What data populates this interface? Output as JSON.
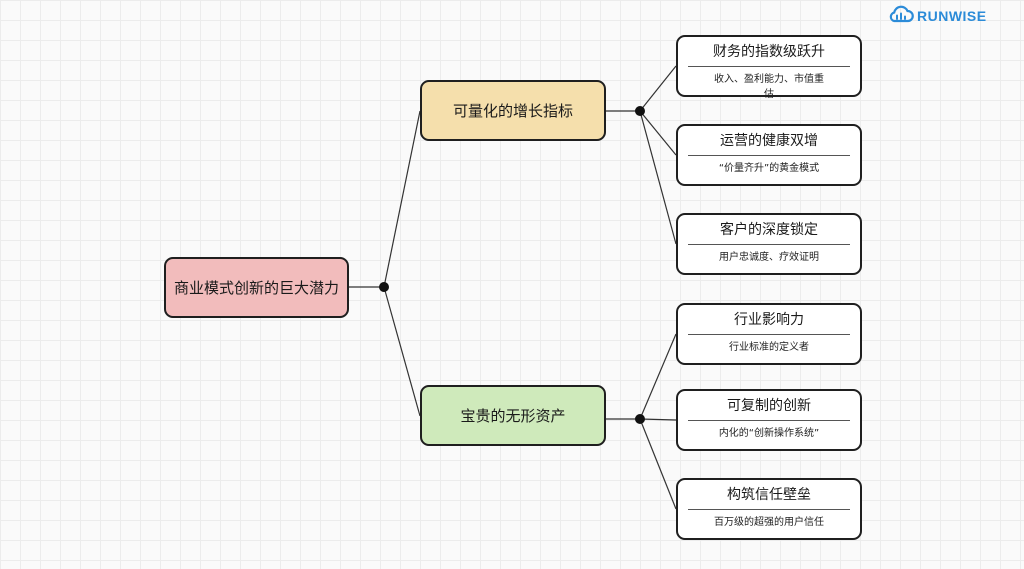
{
  "brand": {
    "name": "RUNWISE",
    "color": "#2b8bd8"
  },
  "root": {
    "label": "商业模式创新的巨大潜力",
    "color": "#f2bcbc"
  },
  "branches": [
    {
      "label": "可量化的增长指标",
      "color": "#f5dfac",
      "children": [
        {
          "title": "财务的指数级跃升",
          "desc": "收入、盈利能力、市值重估"
        },
        {
          "title": "运营的健康双增",
          "desc": "“价量齐升”的黄金模式"
        },
        {
          "title": "客户的深度锁定",
          "desc": "用户忠诚度、疗效证明"
        }
      ]
    },
    {
      "label": "宝贵的无形资产",
      "color": "#cfeabb",
      "children": [
        {
          "title": "行业影响力",
          "desc": "行业标准的定义者"
        },
        {
          "title": "可复制的创新",
          "desc": "内化的“创新操作系统”"
        },
        {
          "title": "构筑信任壁垒",
          "desc": "百万级的超强的用户信任"
        }
      ]
    }
  ]
}
